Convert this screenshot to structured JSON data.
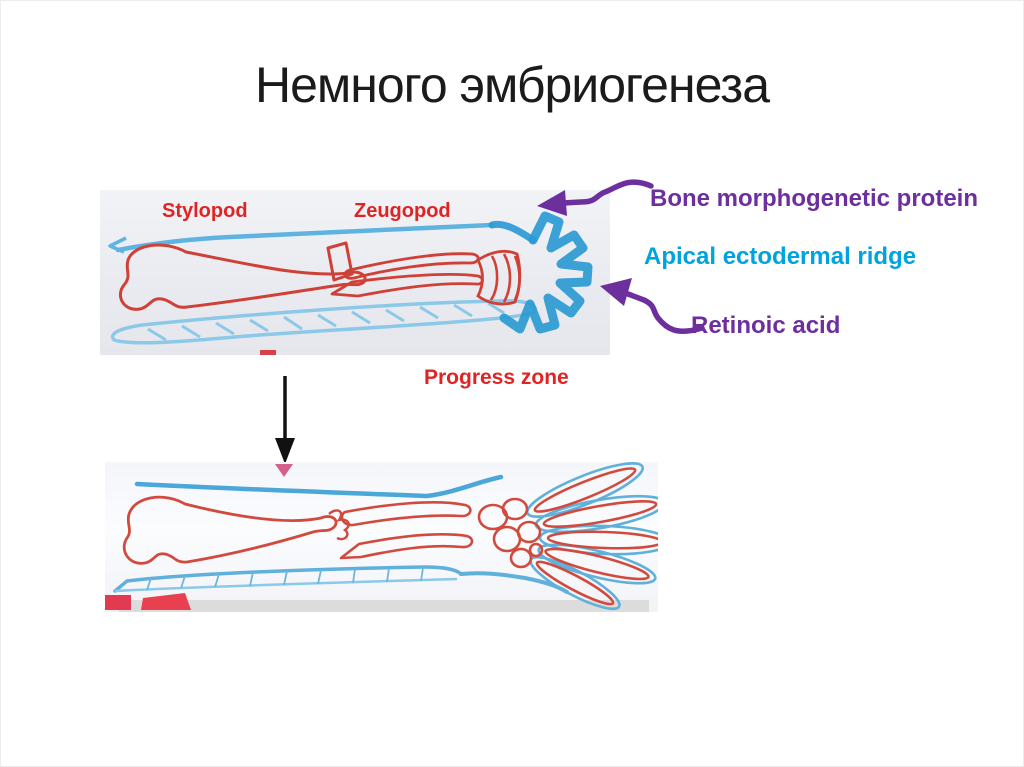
{
  "slide": {
    "title": "Немного эмбриогенеза"
  },
  "stage1": {
    "label_stylopod": "Stylopod",
    "label_zeugopod": "Zeugopod",
    "label_progress_zone": "Progress zone"
  },
  "annotations": {
    "bmp_label": "Bone morphogenetic protein",
    "aer_label": "Apical ectodermal ridge",
    "retinoic_label": "Retinoic acid"
  },
  "icons": {
    "bmp_arrow": "curved-arrow-left",
    "retinoic_arrow": "curved-arrow-up-left",
    "transition_arrow": "arrow-down"
  },
  "colors": {
    "title_text": "#1b1b1b",
    "label_red": "#e02424",
    "annotation_purple": "#6d2f9e",
    "annotation_cyan": "#00a3e0",
    "sketch_marker_red": "#d04a3c",
    "sketch_marker_blue": "#3fa7dc",
    "sketch_ridge_blue": "#2b9ad2",
    "transition_arrow_black": "#111111"
  }
}
